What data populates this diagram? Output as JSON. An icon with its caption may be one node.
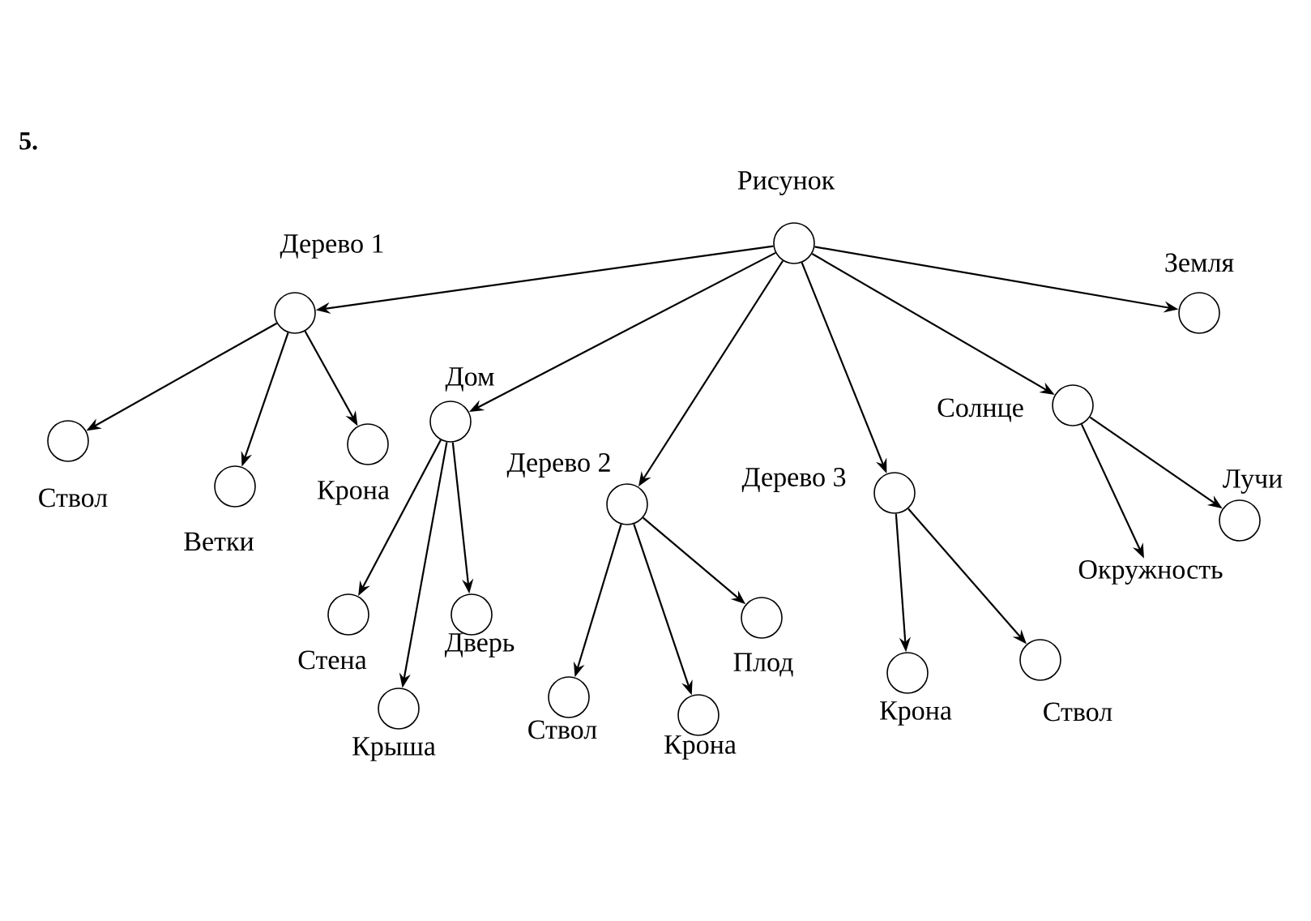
{
  "diagram": {
    "nodes": [
      {
        "text": [
          "Рисунок"
        ]
      },
      {
        "text": [
          "Дерево 1"
        ]
      },
      {
        "text": [
          "Ствол"
        ]
      },
      {
        "text": [
          "Ветки"
        ]
      },
      {
        "text": [
          "Крона"
        ]
      },
      {
        "text": [
          "Дом"
        ]
      },
      {
        "text": [
          "Стена"
        ]
      },
      {
        "text": [
          "Крыша"
        ]
      },
      {
        "text": [
          "Дверь"
        ]
      },
      {
        "text": [
          "Дерево 2"
        ]
      },
      {
        "text": [
          "Ствол"
        ]
      },
      {
        "text": [
          "Крона"
        ]
      },
      {
        "text": [
          "Плод"
        ]
      },
      {
        "text": [
          "Дерево 3"
        ]
      },
      {
        "text": [
          "Крона"
        ]
      },
      {
        "text": [
          "Ствол"
        ]
      },
      {
        "text": [
          "Солнце"
        ]
      },
      {
        "text": [
          "Окружность"
        ]
      },
      {
        "text": [
          "Лучи"
        ]
      },
      {
        "text": [
          "Земля"
        ]
      }
    ],
    "edges": [
      {
        "from": 0,
        "to": 1,
        "arrow": "to"
      },
      {
        "from": 0,
        "to": 5,
        "arrow": "to"
      },
      {
        "from": 0,
        "to": 9,
        "arrow": "to"
      },
      {
        "from": 0,
        "to": 13,
        "arrow": "to"
      },
      {
        "from": 0,
        "to": 16,
        "arrow": "to"
      },
      {
        "from": 0,
        "to": 19,
        "arrow": "to"
      },
      {
        "from": 1,
        "to": 2,
        "arrow": "to"
      },
      {
        "from": 1,
        "to": 3,
        "arrow": "to"
      },
      {
        "from": 1,
        "to": 4,
        "arrow": "to"
      },
      {
        "from": 5,
        "to": 6,
        "arrow": "to"
      },
      {
        "from": 5,
        "to": 7,
        "arrow": "to"
      },
      {
        "from": 5,
        "to": 8,
        "arrow": "to"
      },
      {
        "from": 9,
        "to": 10,
        "arrow": "to"
      },
      {
        "from": 9,
        "to": 11,
        "arrow": "to"
      },
      {
        "from": 9,
        "to": 12,
        "arrow": "to"
      },
      {
        "from": 13,
        "to": 14,
        "arrow": "to"
      },
      {
        "from": 13,
        "to": 15,
        "arrow": "to"
      },
      {
        "from": 16,
        "to": 17,
        "arrow": "to"
      },
      {
        "from": 16,
        "to": 18,
        "arrow": "to"
      }
    ],
    "labels": [
      "5."
    ]
  }
}
